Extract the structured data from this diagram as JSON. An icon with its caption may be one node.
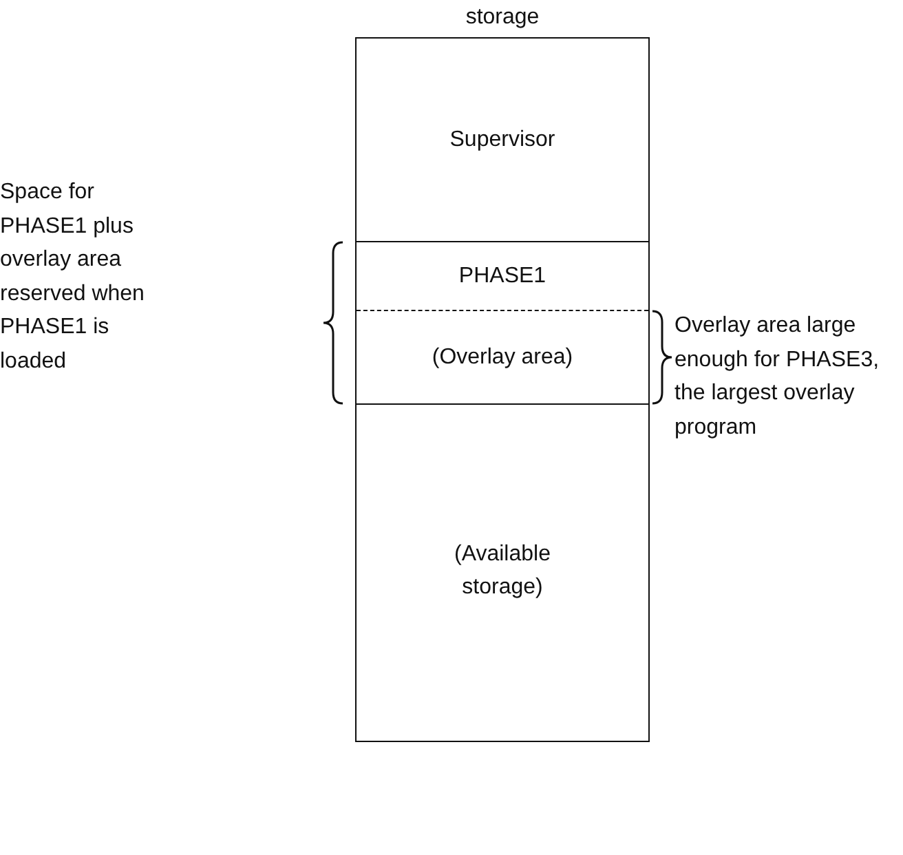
{
  "diagram": {
    "nodes": [
      {
        "text": [
          "storage"
        ]
      },
      {
        "text": [
          "Supervisor"
        ],
        "in": 0
      },
      {
        "text": [
          "PHASE1"
        ],
        "in": 0
      },
      {
        "text": [
          "(Overlay area)"
        ],
        "in": 0
      },
      {
        "text": [
          "(Available storage)"
        ],
        "in": 0
      }
    ],
    "edges": [],
    "labels": [
      "Space for PHASE1 plus overlay area reserved when PHASE1 is loaded",
      "Overlay area large enough for PHASE3, the largest overlay program"
    ]
  }
}
